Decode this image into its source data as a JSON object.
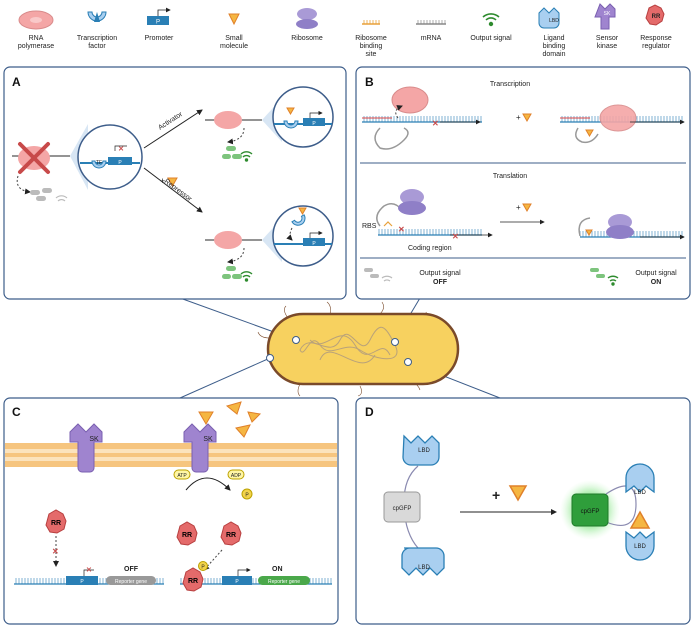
{
  "legend": [
    {
      "key": "rnap",
      "label_lines": [
        "RNA",
        "polymerase"
      ]
    },
    {
      "key": "tf",
      "label_lines": [
        "Transcription",
        "factor"
      ]
    },
    {
      "key": "promoter",
      "label_lines": [
        "Promoter"
      ],
      "glyph": "P"
    },
    {
      "key": "small_molecule",
      "label_lines": [
        "Small",
        "molecule"
      ]
    },
    {
      "key": "ribosome",
      "label_lines": [
        "Ribosome"
      ]
    },
    {
      "key": "rbs",
      "label_lines": [
        "Ribosome",
        "binding",
        "site"
      ]
    },
    {
      "key": "mrna",
      "label_lines": [
        "mRNA"
      ]
    },
    {
      "key": "output_signal",
      "label_lines": [
        "Output signal"
      ]
    },
    {
      "key": "lbd",
      "label_lines": [
        "Ligand",
        "binding",
        "domain"
      ],
      "glyph": "LBD"
    },
    {
      "key": "sk",
      "label_lines": [
        "Sensor",
        "kinase"
      ],
      "glyph": "SK"
    },
    {
      "key": "rr",
      "label_lines": [
        "Response",
        "regulator"
      ],
      "glyph": "RR"
    }
  ],
  "panel_a": {
    "letter": "A",
    "activator": "Activator",
    "repressor": "Repressor",
    "plus": "+",
    "tf_glyph": "TF",
    "promoter_glyph": "P"
  },
  "panel_b": {
    "letter": "B",
    "transcription": "Transcription",
    "translation": "Translation",
    "plus": "+",
    "rbs": "RBS",
    "coding_region": "Coding region",
    "output_signal": "Output signal",
    "off": "OFF",
    "on": "ON"
  },
  "panel_c": {
    "letter": "C",
    "sk": "SK",
    "rr": "RR",
    "atp": "ATP",
    "adp": "ADP",
    "phosphate": "P",
    "promoter": "P",
    "reporter_gene": "Reporter gene",
    "off": "OFF",
    "on": "ON"
  },
  "panel_d": {
    "letter": "D",
    "lbd": "LBD",
    "cpgfp": "cpGFP",
    "plus": "+"
  },
  "colors": {
    "panel_border": "#3d5d8a",
    "rnap": "#f4a6a6",
    "tf": "#a9cff0",
    "promoter": "#2a7fb5",
    "small_molecule": "#f5b642",
    "ribosome": "#a99ad6",
    "rbs": "#e8a13a",
    "output_green": "#2e8b2e",
    "sensor_kinase": "#9f84cf",
    "response_regulator": "#e46a6a",
    "membrane": "#f6c57f",
    "cpgfp_off": "#d9d9d9",
    "cpgfp_on": "#2f9e3b",
    "cell_fill": "#f7d15f",
    "cell_border": "#7a4a2a"
  }
}
